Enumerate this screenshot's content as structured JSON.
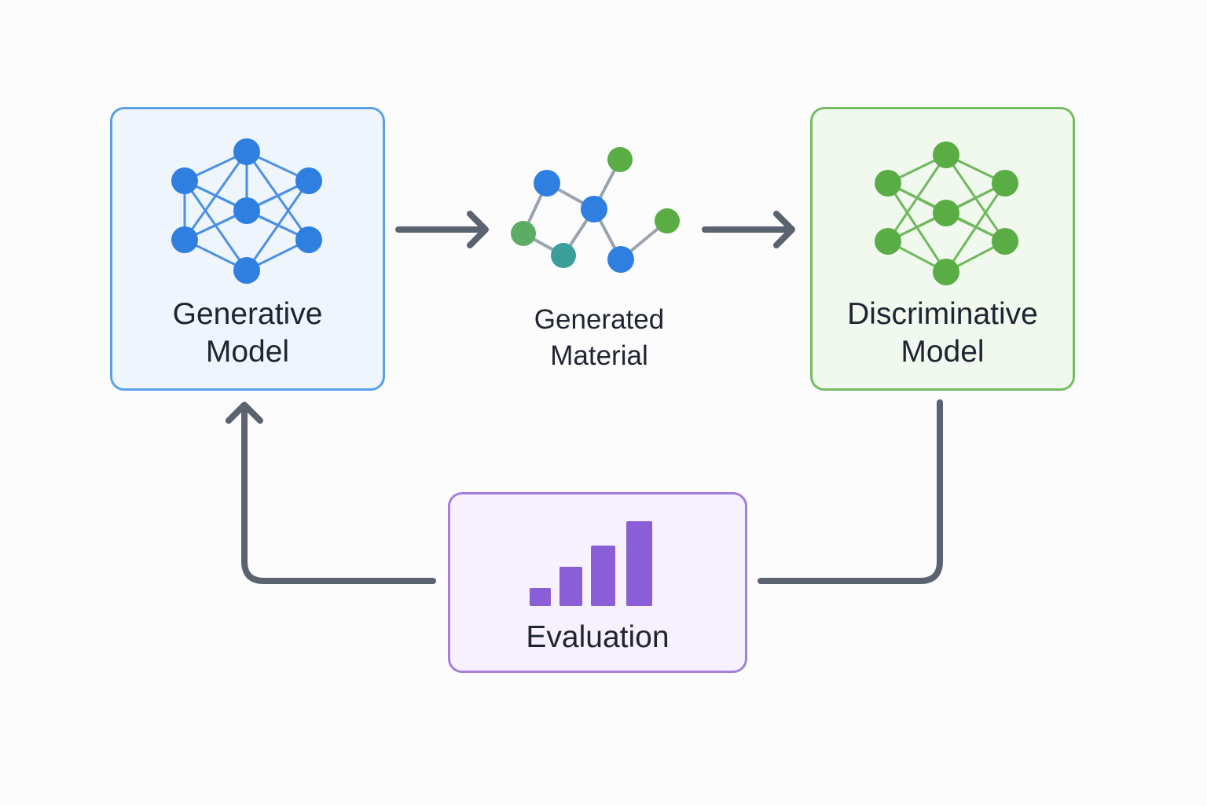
{
  "nodes": {
    "generative": {
      "line1": "Generative",
      "line2": "Model",
      "color": "#2f7fe0"
    },
    "material": {
      "line1": "Generated",
      "line2": "Material"
    },
    "discriminative": {
      "line1": "Discriminative",
      "line2": "Model",
      "color": "#5aad45"
    },
    "evaluation": {
      "label": "Evaluation",
      "color": "#8a5ed6"
    }
  },
  "edges": [
    {
      "from": "generative",
      "to": "material"
    },
    {
      "from": "material",
      "to": "discriminative"
    },
    {
      "from": "discriminative",
      "to": "evaluation"
    },
    {
      "from": "evaluation",
      "to": "generative"
    }
  ],
  "colors": {
    "arrow": "#5b6270",
    "molecule_blue": "#2f7fe0",
    "molecule_green": "#5aad45",
    "molecule_teal": "#3a9e9a"
  }
}
